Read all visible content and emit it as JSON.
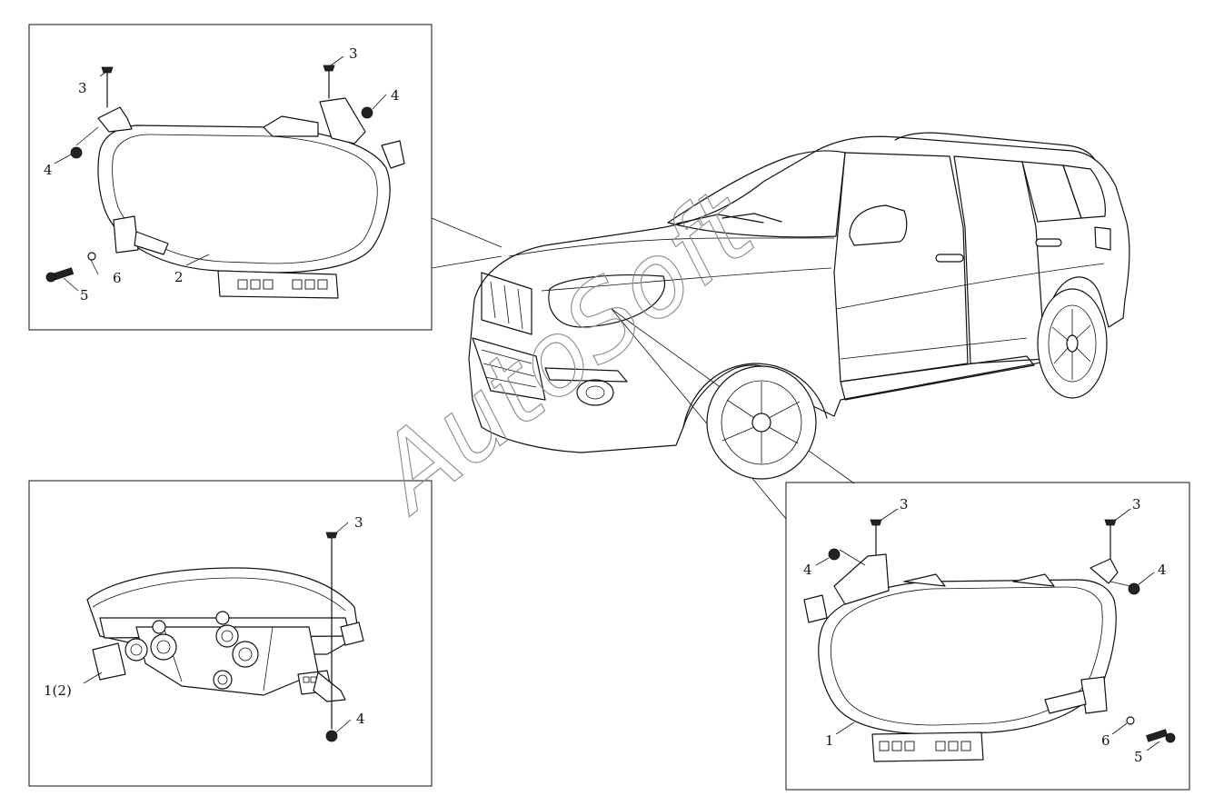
{
  "watermark": "AutoSoft",
  "panels": {
    "top_left": {
      "callouts": [
        "3",
        "3",
        "4",
        "4",
        "5",
        "6",
        "2"
      ]
    },
    "bottom_left": {
      "callouts": [
        "3",
        "4",
        "1(2)"
      ]
    },
    "bottom_right": {
      "callouts": [
        "3",
        "3",
        "4",
        "4",
        "6",
        "5",
        "1"
      ]
    }
  }
}
